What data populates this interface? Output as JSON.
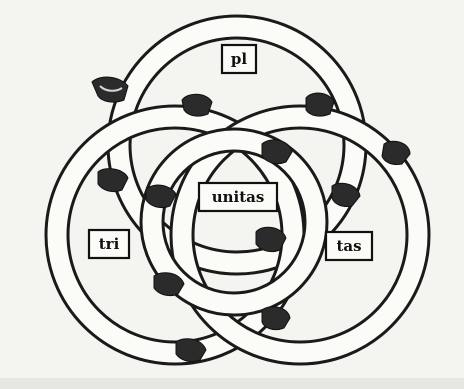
{
  "diagram": {
    "labels": {
      "top": "pl",
      "left": "tri",
      "center": "unitas",
      "right": "tas"
    }
  }
}
